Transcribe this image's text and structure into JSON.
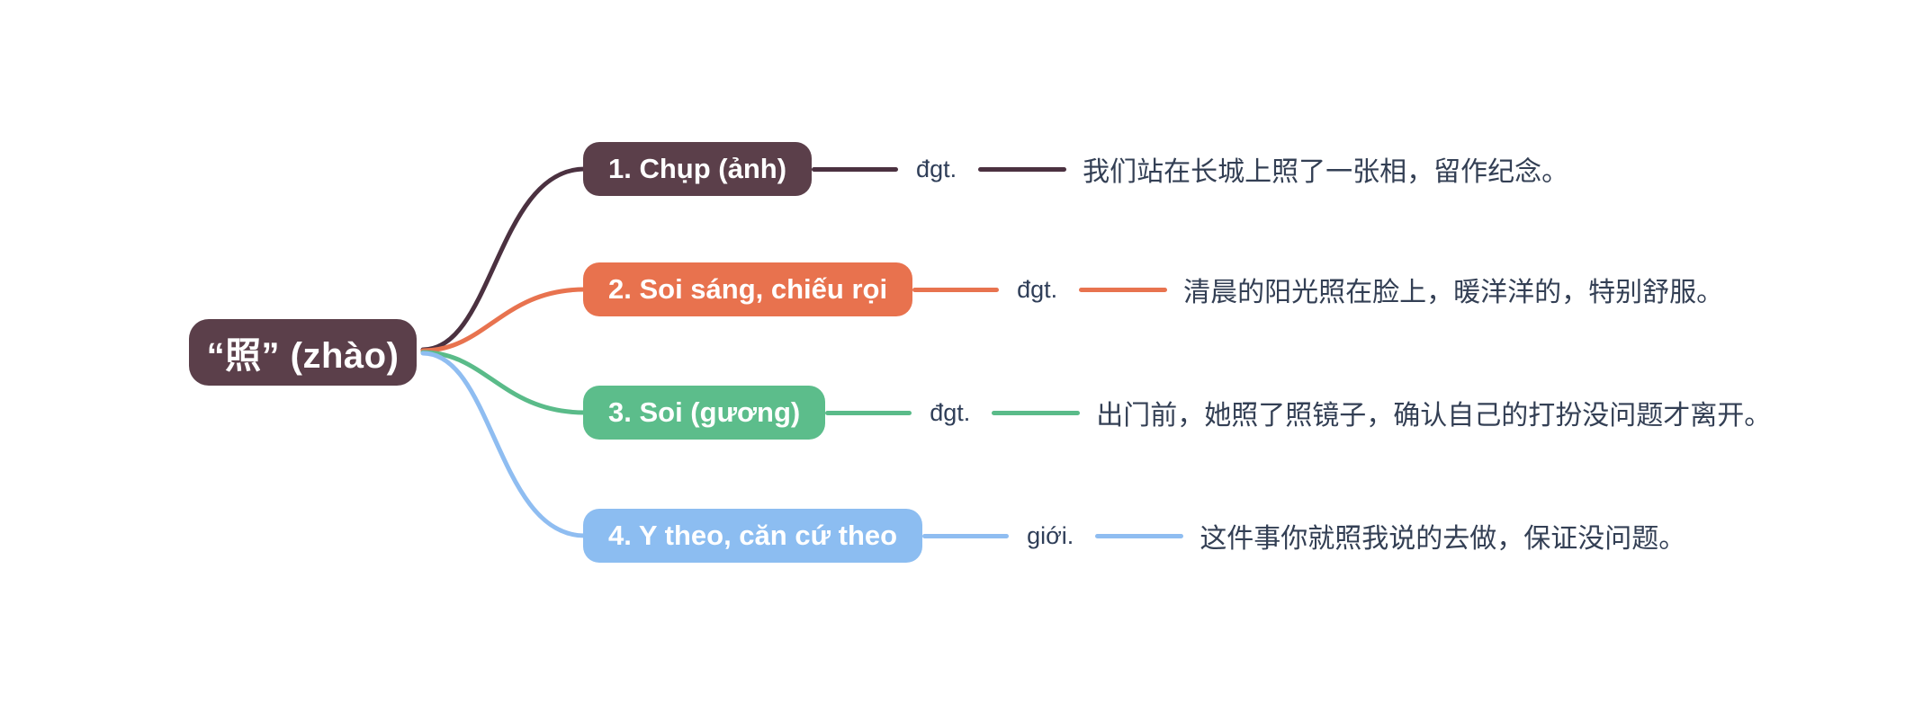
{
  "canvas": {
    "background": "#ffffff",
    "text_color": "#333f54",
    "label_color": "#2f3e58"
  },
  "root": {
    "label": "“照” (zhào)",
    "color": "#5b3f4a",
    "text_color": "#ffffff"
  },
  "branches": [
    {
      "label": "1. Chụp (ảnh)",
      "pos": "đgt.",
      "example": "我们站在长城上照了一张相，留作纪念。",
      "color": "#5b3f4a",
      "line_color": "#4b3140"
    },
    {
      "label": "2. Soi sáng, chiếu rọi",
      "pos": "đgt.",
      "example": "清晨的阳光照在脸上，暖洋洋的，特别舒服。",
      "color": "#e8724e",
      "line_color": "#e8734f"
    },
    {
      "label": "3. Soi (gương)",
      "pos": "đgt.",
      "example": "出门前，她照了照镜子，确认自己的打扮没问题才离开。",
      "color": "#5cbd8b",
      "line_color": "#5abb89"
    },
    {
      "label": "4. Y theo, căn cứ theo",
      "pos": "giới.",
      "example": "这件事你就照我说的去做，保证没问题。",
      "color": "#8cbdf1",
      "line_color": "#8fbdf1"
    }
  ]
}
